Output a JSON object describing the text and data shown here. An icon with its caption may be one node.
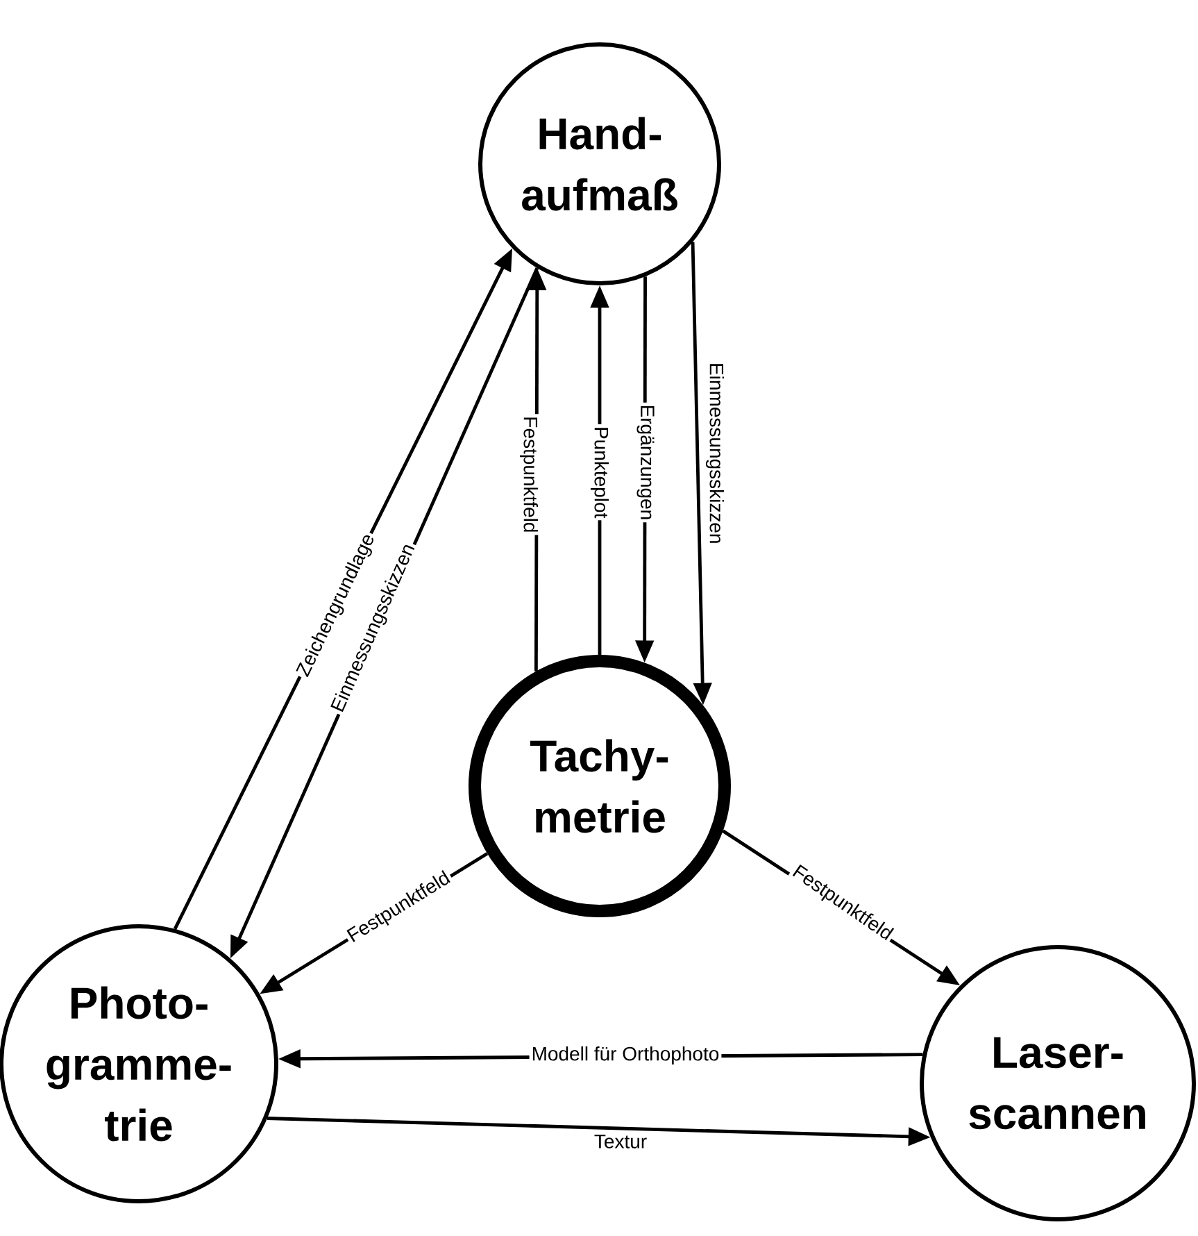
{
  "diagram": {
    "nodes": [
      {
        "text": [
          "Hand- aufmaß"
        ]
      },
      {
        "text": [
          "Tachy- metrie"
        ]
      },
      {
        "text": [
          "Photo- gramme- trie"
        ]
      },
      {
        "text": [
          "Laser- scannen"
        ]
      }
    ],
    "edges": [
      {
        "from": 2,
        "to": 0,
        "arrow": "to",
        "label": "Zeichengrundlage"
      },
      {
        "from": 0,
        "to": 2,
        "arrow": "to",
        "label": "Einmessungsskizzen"
      },
      {
        "from": 1,
        "to": 0,
        "arrow": "to",
        "label": "Festpunktfeld"
      },
      {
        "from": 1,
        "to": 0,
        "arrow": "to",
        "label": "Punkteplot"
      },
      {
        "from": 0,
        "to": 1,
        "arrow": "to",
        "label": "Ergänzungen"
      },
      {
        "from": 0,
        "to": 1,
        "arrow": "to",
        "label": "Einmessungsskizzen"
      },
      {
        "from": 1,
        "to": 2,
        "arrow": "to",
        "label": "Festpunktfeld"
      },
      {
        "from": 1,
        "to": 3,
        "arrow": "to",
        "label": "Festpunktfeld"
      },
      {
        "from": 3,
        "to": 2,
        "arrow": "to",
        "label": "Modell für Orthophoto"
      },
      {
        "from": 2,
        "to": 3,
        "arrow": "to",
        "label": "Textur"
      }
    ]
  }
}
